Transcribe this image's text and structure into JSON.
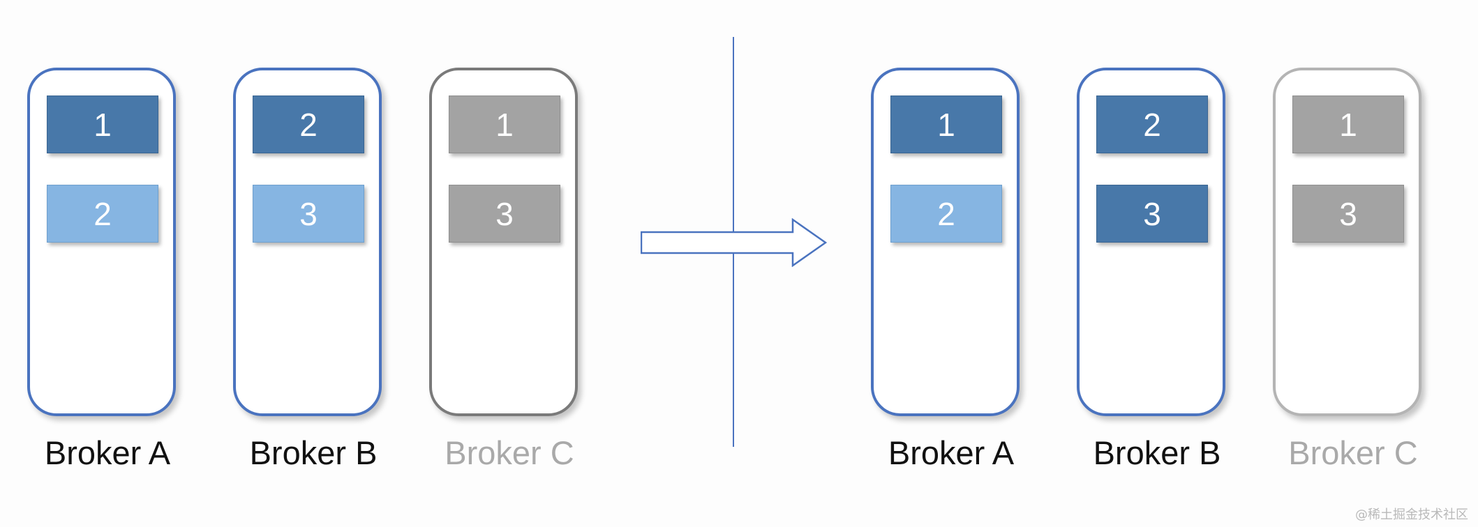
{
  "brokers_before": [
    {
      "label": "Broker A",
      "state": "active",
      "partitions": [
        {
          "id": "1",
          "role": "leader"
        },
        {
          "id": "2",
          "role": "follower"
        }
      ]
    },
    {
      "label": "Broker B",
      "state": "active",
      "partitions": [
        {
          "id": "2",
          "role": "leader"
        },
        {
          "id": "3",
          "role": "follower"
        }
      ]
    },
    {
      "label": "Broker C",
      "state": "offline",
      "partitions": [
        {
          "id": "1",
          "role": "offline"
        },
        {
          "id": "3",
          "role": "offline"
        }
      ]
    }
  ],
  "brokers_after": [
    {
      "label": "Broker A",
      "state": "active",
      "partitions": [
        {
          "id": "1",
          "role": "leader"
        },
        {
          "id": "2",
          "role": "follower"
        }
      ]
    },
    {
      "label": "Broker B",
      "state": "active",
      "partitions": [
        {
          "id": "2",
          "role": "leader"
        },
        {
          "id": "3",
          "role": "leader"
        }
      ]
    },
    {
      "label": "Broker C",
      "state": "offline",
      "partitions": [
        {
          "id": "1",
          "role": "offline"
        },
        {
          "id": "3",
          "role": "offline"
        }
      ]
    }
  ],
  "colors": {
    "leader": "#4878a9",
    "follower": "#86b5e2",
    "offline": "#a3a3a3",
    "active_border": "#4a73bf",
    "divider": "#4a73bf"
  },
  "icons": {
    "transition_arrow": "right-arrow-icon"
  },
  "watermark": "@稀土掘金技术社区"
}
